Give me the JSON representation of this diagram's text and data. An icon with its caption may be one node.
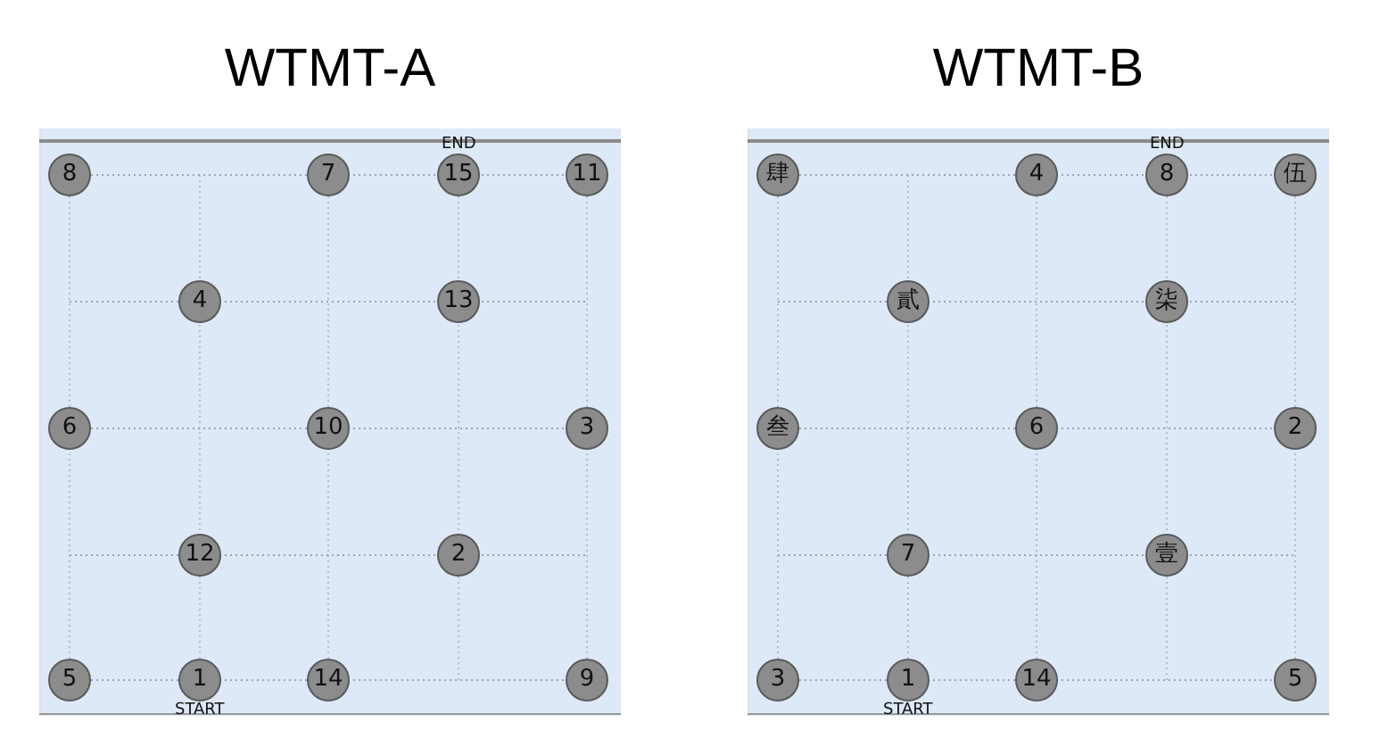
{
  "diagram": {
    "nodes": [
      {
        "text": [
          "WTMT-A"
        ]
      },
      {
        "text": [
          "8"
        ],
        "in": 0
      },
      {
        "text": [
          "7"
        ],
        "in": 0
      },
      {
        "text": [
          "15"
        ],
        "in": 0,
        "beside": [
          "END"
        ]
      },
      {
        "text": [
          "11"
        ],
        "in": 0
      },
      {
        "text": [
          "4"
        ],
        "in": 0
      },
      {
        "text": [
          "13"
        ],
        "in": 0
      },
      {
        "text": [
          "6"
        ],
        "in": 0
      },
      {
        "text": [
          "10"
        ],
        "in": 0
      },
      {
        "text": [
          "3"
        ],
        "in": 0
      },
      {
        "text": [
          "12"
        ],
        "in": 0
      },
      {
        "text": [
          "2"
        ],
        "in": 0
      },
      {
        "text": [
          "5"
        ],
        "in": 0
      },
      {
        "text": [
          "1"
        ],
        "in": 0,
        "beside": [
          "START"
        ]
      },
      {
        "text": [
          "14"
        ],
        "in": 0
      },
      {
        "text": [
          "9"
        ],
        "in": 0
      },
      {
        "text": [
          "WTMT-B"
        ]
      },
      {
        "text": [
          "肆"
        ],
        "in": 16
      },
      {
        "text": [
          "4"
        ],
        "in": 16
      },
      {
        "text": [
          "8"
        ],
        "in": 16,
        "beside": [
          "END"
        ]
      },
      {
        "text": [
          "伍"
        ],
        "in": 16
      },
      {
        "text": [
          "貳"
        ],
        "in": 16
      },
      {
        "text": [
          "柒"
        ],
        "in": 16
      },
      {
        "text": [
          "叁"
        ],
        "in": 16
      },
      {
        "text": [
          "6"
        ],
        "in": 16
      },
      {
        "text": [
          "2"
        ],
        "in": 16
      },
      {
        "text": [
          "7"
        ],
        "in": 16
      },
      {
        "text": [
          "壹"
        ],
        "in": 16
      },
      {
        "text": [
          "3"
        ],
        "in": 16
      },
      {
        "text": [
          "1"
        ],
        "in": 16,
        "beside": [
          "START"
        ]
      },
      {
        "text": [
          "14"
        ],
        "in": 16
      },
      {
        "text": [
          "5"
        ],
        "in": 16
      }
    ]
  }
}
